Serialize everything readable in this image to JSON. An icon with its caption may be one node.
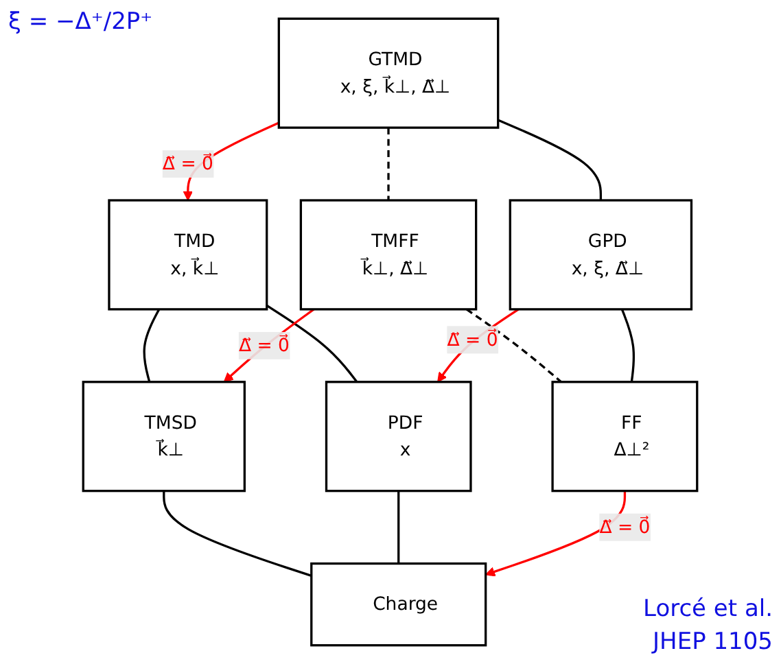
{
  "diagram": {
    "nodes": [
      {
        "text": [
          "GTMD",
          "x, ξ, k⃗⊥, Δ⃗⊥"
        ]
      },
      {
        "text": [
          "TMD",
          "x, k⃗⊥"
        ]
      },
      {
        "text": [
          "TMFF",
          "k⃗⊥, Δ⃗⊥"
        ]
      },
      {
        "text": [
          "GPD",
          "x, ξ, Δ⃗⊥"
        ]
      },
      {
        "text": [
          "TMSD",
          "k⃗⊥"
        ]
      },
      {
        "text": [
          "PDF",
          "x"
        ]
      },
      {
        "text": [
          "FF",
          "Δ⊥²"
        ]
      },
      {
        "text": [
          "Charge"
        ]
      }
    ],
    "edges": [
      {
        "from": 0,
        "to": 1,
        "arrow": "to",
        "label": "Δ⃗ = 0⃗",
        "color": "#ff0000"
      },
      {
        "from": 0,
        "to": 3,
        "arrow": "none"
      },
      {
        "from": 0,
        "to": 2,
        "arrow": "none",
        "style": "dashed"
      },
      {
        "from": 1,
        "to": 4,
        "arrow": "none"
      },
      {
        "from": 1,
        "to": 5,
        "arrow": "none"
      },
      {
        "from": 2,
        "to": 4,
        "arrow": "to",
        "label": "Δ⃗ = 0⃗",
        "color": "#ff0000"
      },
      {
        "from": 2,
        "to": 6,
        "arrow": "none",
        "style": "dashed"
      },
      {
        "from": 3,
        "to": 5,
        "arrow": "to",
        "label": "Δ⃗ = 0⃗",
        "color": "#ff0000"
      },
      {
        "from": 3,
        "to": 6,
        "arrow": "none"
      },
      {
        "from": 4,
        "to": 7,
        "arrow": "none"
      },
      {
        "from": 5,
        "to": 7,
        "arrow": "none"
      },
      {
        "from": 6,
        "to": 7,
        "arrow": "to",
        "label": "Δ⃗ = 0⃗",
        "color": "#ff0000"
      }
    ],
    "labels": [
      "ξ = −Δ⁺/2P⁺",
      "Lorcé et al.",
      "JHEP 1105"
    ]
  }
}
